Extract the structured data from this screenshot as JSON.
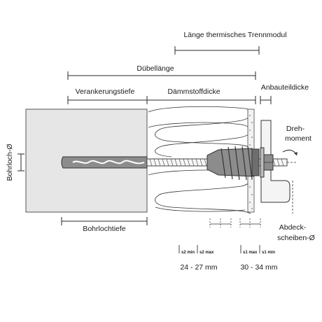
{
  "labels": {
    "laenge_trennmodul": "Länge thermisches Trennmodul",
    "duebellaenge": "Dübellänge",
    "verankerungstiefe": "Verankerungstiefe",
    "daemmstoffdicke": "Dämmstoffdicke",
    "anbauteildicke": "Anbauteildicke",
    "drehmoment_1": "Dreh-",
    "drehmoment_2": "moment",
    "bohrloch": "Bohrloch-Ø",
    "bohrlochtiefe": "Bohrlochtiefe",
    "abdeck_1": "Abdeck-",
    "abdeck_2": "scheiben-Ø"
  },
  "tolerances": {
    "s2_min": "s2 min",
    "s2_max": "s2 max",
    "s1_max": "s1 max",
    "s1_min": "s1 min",
    "range_left": "24 - 27 mm",
    "range_right": "30 - 34 mm"
  },
  "colors": {
    "wall": "#e6e6e6",
    "anchor": "#8c8c8c",
    "line": "#2a2a2a"
  }
}
